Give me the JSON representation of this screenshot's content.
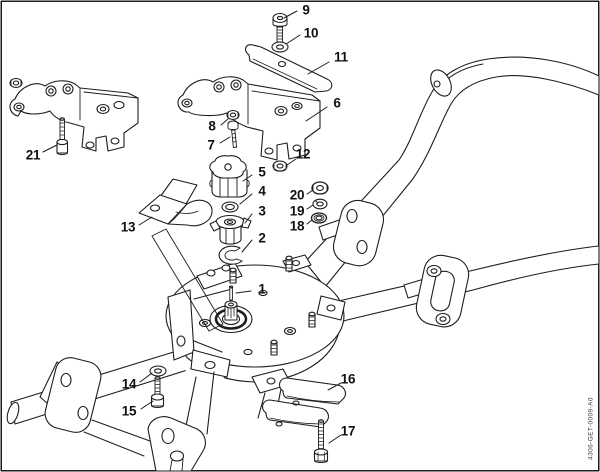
{
  "figure": {
    "type": "exploded-parts-diagram",
    "drawing_number": "4306-GET-0009-A0",
    "background_color": "#ffffff",
    "line_color": "#1d1d1b",
    "callout_color": "#111111",
    "callout_count": 21
  },
  "callouts": [
    {
      "label": "1"
    },
    {
      "label": "2"
    },
    {
      "label": "3"
    },
    {
      "label": "4"
    },
    {
      "label": "5"
    },
    {
      "label": "6"
    },
    {
      "label": "7"
    },
    {
      "label": "8"
    },
    {
      "label": "9"
    },
    {
      "label": "10"
    },
    {
      "label": "11"
    },
    {
      "label": "12"
    },
    {
      "label": "13"
    },
    {
      "label": "14"
    },
    {
      "label": "15"
    },
    {
      "label": "16"
    },
    {
      "label": "17"
    },
    {
      "label": "18"
    },
    {
      "label": "19"
    },
    {
      "label": "20"
    },
    {
      "label": "21"
    }
  ]
}
